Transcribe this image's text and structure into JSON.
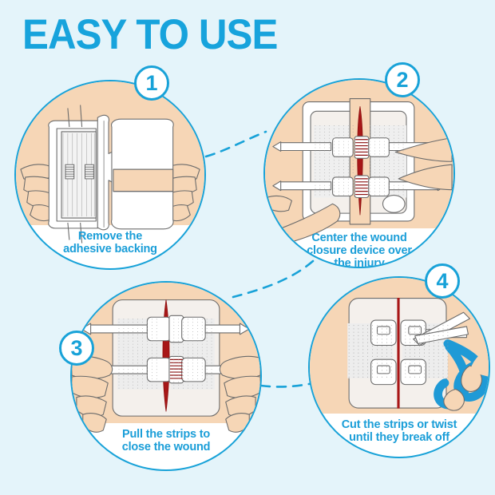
{
  "page": {
    "title": "EASY TO USE",
    "background_color": "#e4f4fa",
    "accent_color": "#18a2d8",
    "skin_color": "#f6d6b6",
    "wound_color": "#a81717",
    "scissors_handle_color": "#1f9ad6"
  },
  "steps": [
    {
      "number": "1",
      "badge_name": "step-badge-1",
      "caption_lines": [
        "Remove the",
        "adhesive backing"
      ],
      "caption": "Remove the adhesive backing",
      "illustration": "hands-peeling-adhesive-backing"
    },
    {
      "number": "2",
      "badge_name": "step-badge-2",
      "caption_lines": [
        "Center the wound",
        "closure device over",
        "the injury"
      ],
      "caption": "Center the wound closure device over the injury",
      "illustration": "fingers-centering-device-over-wound"
    },
    {
      "number": "3",
      "badge_name": "step-badge-3",
      "caption_lines": [
        "Pull the strips to",
        "close the wound"
      ],
      "caption": "Pull the strips to close the wound",
      "illustration": "hands-pulling-strips-closing-wound"
    },
    {
      "number": "4",
      "badge_name": "step-badge-4",
      "caption_lines": [
        "Cut the strips or twist",
        "until they break off"
      ],
      "caption": "Cut the strips or twist until they break off",
      "illustration": "scissors-cutting-strips"
    }
  ],
  "connectors": [
    {
      "from": "1",
      "to": "2",
      "style": "dashed"
    },
    {
      "from": "2",
      "to": "3",
      "style": "dashed"
    },
    {
      "from": "3",
      "to": "4",
      "style": "dashed"
    }
  ]
}
